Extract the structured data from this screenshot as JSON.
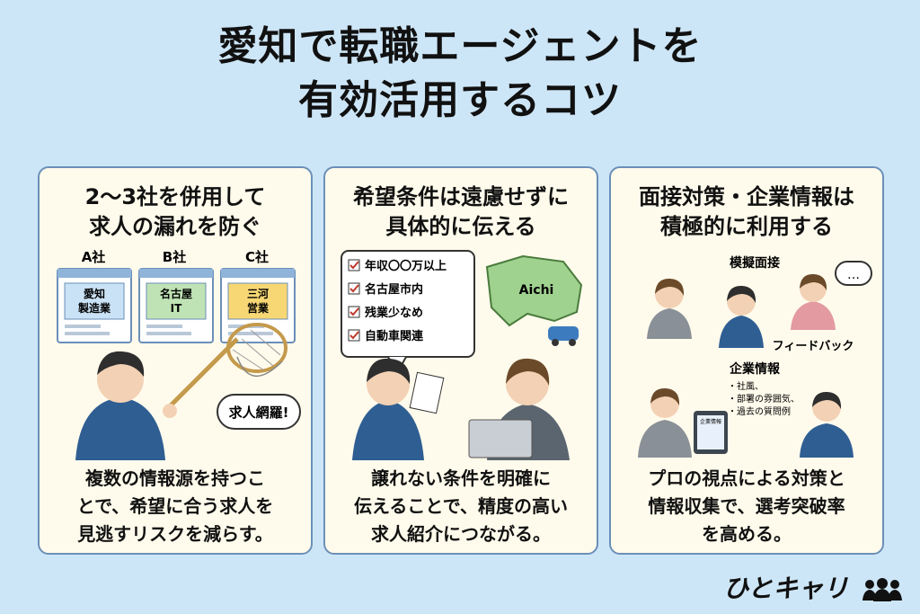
{
  "title": {
    "line1": "愛知で転職エージェントを",
    "line2": "有効活用するコツ"
  },
  "cards": [
    {
      "head1": "2〜3社を併用して",
      "head2": "求人の漏れを防ぐ",
      "companies": [
        {
          "label": "A社",
          "tag1": "愛知",
          "tag2": "製造業",
          "color": "#c9e2f5"
        },
        {
          "label": "B社",
          "tag1": "名古屋",
          "tag2": "IT",
          "color": "#bfe3b4"
        },
        {
          "label": "C社",
          "tag1": "三河",
          "tag2": "営業",
          "color": "#f7d774"
        }
      ],
      "bubble": "求人網羅!",
      "body1": "複数の情報源を持つこ",
      "body2": "とで、希望に合う求人を",
      "body3": "見逃すリスクを減らす。"
    },
    {
      "head1": "希望条件は遠慮せずに",
      "head2": "具体的に伝える",
      "checklist": [
        "年収〇〇万以上",
        "名古屋市内",
        "残業少なめ",
        "自動車関連"
      ],
      "map_label": "Aichi",
      "body1": "譲れない条件を明確に",
      "body2": "伝えることで、精度の高い",
      "body3": "求人紹介につながる。"
    },
    {
      "head1": "面接対策・企業情報は",
      "head2": "積極的に利用する",
      "mock_label": "模擬面接",
      "bubble": "…",
      "feedback_label": "フィードバック",
      "company_label": "企業情報",
      "info_items": [
        "・社風、",
        "・部署の雰囲気、",
        "・過去の質問例"
      ],
      "tablet_label": "企業情報",
      "body1": "プロの視点による対策と",
      "body2": "情報収集で、選考突破率",
      "body3": "を高める。"
    }
  ],
  "logo": "ひとキャリ",
  "colors": {
    "background": "#cde6f7",
    "card": "#fffbec",
    "border": "#6b8fb8"
  }
}
